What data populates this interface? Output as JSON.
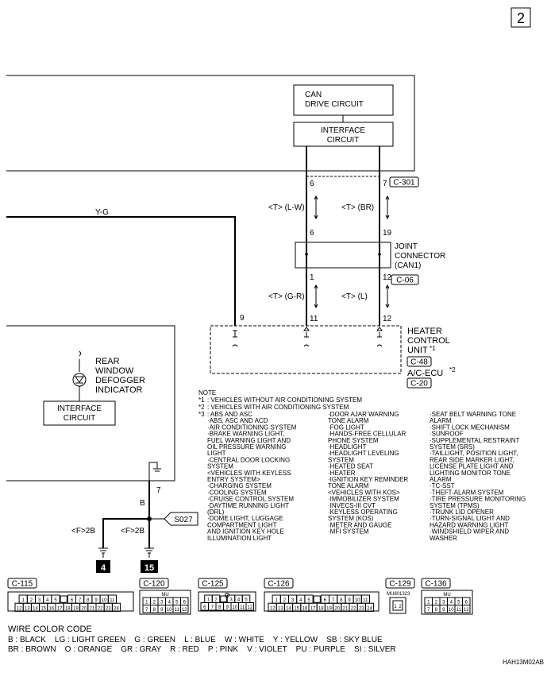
{
  "page_number": "2",
  "modules": {
    "can_drive": [
      "CAN",
      "DRIVE CIRCUIT"
    ],
    "interface_top": [
      "INTERFACE",
      "CIRCUIT"
    ],
    "interface_left": [
      "INTERFACE",
      "CIRCUIT"
    ]
  },
  "wires": {
    "yg": "Y-G",
    "lw": "<T> (L-W)",
    "br": "<T> (BR)",
    "gr": "<T> (G-R)",
    "l": "<T> (L)",
    "b": "B",
    "f2b_left": "<F>2B",
    "f2b_right": "<F>2B"
  },
  "pins": {
    "top_left": "6",
    "top_right": "7",
    "joint_left_top": "6",
    "joint_right_top": "19",
    "joint_left_bot": "1",
    "joint_right_bot": "12",
    "heater_left": "11",
    "heater_right": "12",
    "heater_yg": "9",
    "ground_b": "7"
  },
  "connectors": {
    "c301": "C-301",
    "c06": "C-06",
    "c48": "C-48",
    "c20": "C-20",
    "s027": "S027"
  },
  "joint_connector": [
    "JOINT",
    "CONNECTOR",
    "(CAN1)"
  ],
  "heater_unit": [
    "HEATER",
    "CONTROL",
    "UNIT",
    "A/C-ECU"
  ],
  "heater_marks": {
    "unit": "*1",
    "ecu": "*2"
  },
  "rear_window": [
    "REAR",
    "WINDOW",
    "DEFOGGER",
    "INDICATOR"
  ],
  "ground_labels": {
    "left": "4",
    "right": "15"
  },
  "note": {
    "title": "NOTE",
    "n1_mark": "*1",
    "n1": ": VEHICLES WITHOUT AIR CONDITIONING SYSTEM",
    "n2_mark": "*2",
    "n2": ": VEHICLES WITH AIR CONDITIONING SYSTEM",
    "n3_mark": "*3",
    "col1": [
      ": ABS AND ASC",
      "·ABS, ASC AND ACD",
      "·AIR CONDITIONING SYSTEM",
      "·BRAKE WARNING LIGHT,",
      "FUEL WARNING LIGHT AND",
      "OIL PRESSURE WARNING",
      "LIGHT",
      "·CENTRAL DOOR LOCKING",
      "SYSTEM",
      "<VEHICLES WITH KEYLESS",
      "ENTRY SYSTEM>",
      "·CHARGING SYSTEM",
      "·COOLING SYSTEM",
      "·CRUISE CONTROL SYSTEM",
      "·DAYTIME RUNNING LIGHT",
      "(DRL)",
      "·DOME LIGHT, LUGGAGE",
      "COMPARTMENT LIGHT",
      "AND IGNITION KEY HOLE",
      "ILLUMINATION LIGHT"
    ],
    "col2": [
      "·DOOR AJAR WARNING",
      "TONE ALARM",
      "·FOG LIGHT",
      "·HANDS-FREE CELLULAR",
      "PHONE SYSTEM",
      "·HEADLIGHT",
      "·HEADLIGHT LEVELING",
      "SYSTEM",
      "·HEATED SEAT",
      "·HEATER",
      "·IGNITION KEY REMINDER",
      "TONE ALARM",
      "<VEHICLES WITH KOS>",
      "·IMMOBILIZER SYSTEM",
      "·INVECS-III CVT",
      "·KEYLESS OPERATING",
      "SYSTEM (KOS)",
      "·METER AND GAUGE",
      "·MFI SYSTEM"
    ],
    "col3": [
      "·SEAT BELT WARNING TONE",
      "ALARM",
      "·SHIFT LOCK MECHANISM",
      "·SUNROOF",
      "·SUPPLEMENTAL RESTRAINT",
      "SYSTEM (SRS)",
      "·TAILLIGHT, POSITION LIGHT,",
      "REAR SIDE MARKER LIGHT,",
      "LICENSE PLATE LIGHT AND",
      "LIGHTING MONITOR TONE",
      "ALARM",
      "·TC-SST",
      "·THEFT-ALARM SYSTEM",
      "·TIRE PRESSURE MONITORING",
      "SYSTEM (TPMS)",
      "·TRUNK LID OPENER",
      "·TURN-SIGNAL LIGHT AND",
      "HAZARD WARNING LIGHT",
      "·WINDSHIELD WIPER AND",
      "WASHER"
    ]
  },
  "connector_diagrams": {
    "c115": {
      "label": "C-115",
      "row1": [
        "1",
        "2",
        "3",
        "4",
        "5",
        "",
        "6",
        "7",
        "8",
        "9",
        "10",
        "11"
      ],
      "row2": [
        "12",
        "13",
        "14",
        "15",
        "16",
        "17",
        "18",
        "19",
        "20",
        "21",
        "22",
        "23",
        "24"
      ]
    },
    "c120": {
      "label": "C-120",
      "tag": "MU",
      "row1": [
        "1",
        "2",
        "3",
        "4",
        "5",
        "6"
      ],
      "row2": [
        "7",
        "8",
        "9",
        "10",
        "11",
        "12"
      ]
    },
    "c125": {
      "label": "C-125",
      "row1": [
        "1",
        "2",
        "",
        "3",
        "4",
        "5"
      ],
      "row2": [
        "6",
        "7",
        "8",
        "9",
        "10",
        "11",
        "12"
      ]
    },
    "c126": {
      "label": "C-126",
      "row1": [
        "1",
        "2",
        "3",
        "4",
        "5",
        "",
        "6",
        "7",
        "8",
        "9",
        "10",
        "11"
      ],
      "row2": [
        "12",
        "13",
        "14",
        "15",
        "16",
        "17",
        "18",
        "19",
        "20",
        "21",
        "22",
        "23",
        "24"
      ]
    },
    "c129": {
      "label": "C-129",
      "part": "MU801323",
      "pins": [
        "1",
        "2"
      ]
    },
    "c136": {
      "label": "C-136",
      "tag": "MU",
      "row1": [
        "1",
        "2",
        "3",
        "4",
        "5",
        "6"
      ],
      "row2": [
        "7",
        "8",
        "9",
        "10",
        "11",
        "12"
      ]
    }
  },
  "color_code": {
    "title": "WIRE COLOR CODE",
    "row1": "B : BLACK    LG : LIGHT GREEN    G : GREEN    L : BLUE    W : WHITE    Y : YELLOW    SB : SKY BLUE",
    "row2": "BR : BROWN    O : ORANGE    GR : GRAY    R : RED    P : PINK    V : VIOLET    PU : PURPLE    SI : SILVER"
  },
  "code": "HAH13M02AB"
}
